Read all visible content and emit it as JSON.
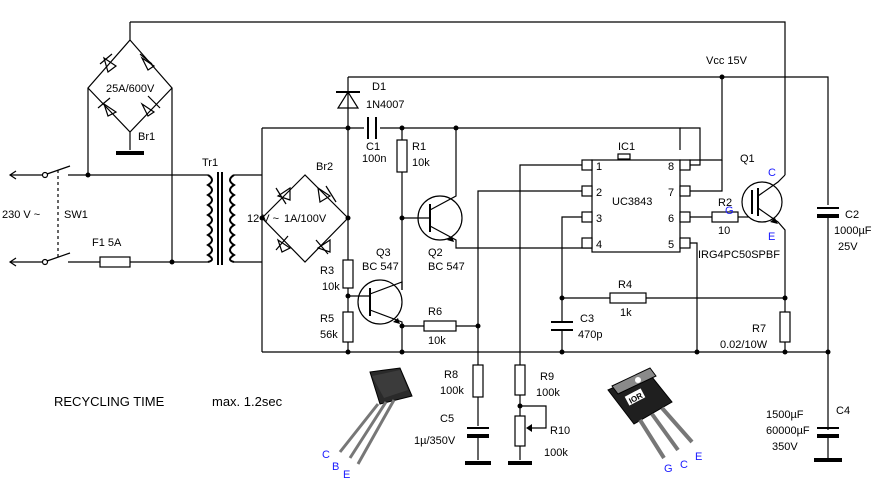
{
  "labels": {
    "vcc": "Vcc 15V",
    "d1_name": "D1",
    "d1_part": "1N4007",
    "bridge_big": "25A/600V",
    "br1": "Br1",
    "tr1": "Tr1",
    "br2": "Br2",
    "bridge_small": "1A/100V",
    "v12": "12 V ~",
    "v230": "230 V ~",
    "sw1": "SW1",
    "f1": "F1   5A",
    "c1_name": "C1",
    "c1_val": "100n",
    "r1_name": "R1",
    "r1_val": "10k",
    "q2_name": "Q2",
    "q2_part": "BC 547",
    "q3_name": "Q3",
    "q3_part": "BC 547",
    "r3_name": "R3",
    "r3_val": "10k",
    "r5_name": "R5",
    "r5_val": "56k",
    "r6_name": "R6",
    "r6_val": "10k",
    "ic1_name": "IC1",
    "ic1_part": "UC3843",
    "pin1": "1",
    "pin2": "2",
    "pin3": "3",
    "pin4": "4",
    "pin5": "5",
    "pin6": "6",
    "pin7": "7",
    "pin8": "8",
    "r2_name": "R2",
    "r2_val": "10",
    "q1_name": "Q1",
    "q1_part": "IRG4PC50SPBF",
    "q1_c": "C",
    "q1_g": "G",
    "q1_e": "E",
    "c2_name": "C2",
    "c2_val1": "1000µF",
    "c2_val2": "25V",
    "r4_name": "R4",
    "r4_val": "1k",
    "c3_name": "C3",
    "c3_val": "470p",
    "r7_name": "R7",
    "r7_val": "0.02/10W",
    "r8_name": "R8",
    "r8_val": "100k",
    "c5_name": "C5",
    "c5_val": "1µ/350V",
    "r9_name": "R9",
    "r9_val": "100k",
    "r10_name": "R10",
    "r10_val": "100k",
    "c4_name": "C4",
    "c4_val1": "1500µF",
    "c4_val2": "60000µF",
    "c4_val3": "350V",
    "recycling": "RECYCLING TIME",
    "max": "max. 1.2sec",
    "to92_c": "C",
    "to92_b": "B",
    "to92_e": "E",
    "to247_g": "G",
    "to247_c": "C",
    "to247_e": "E",
    "ior": "IOR"
  }
}
